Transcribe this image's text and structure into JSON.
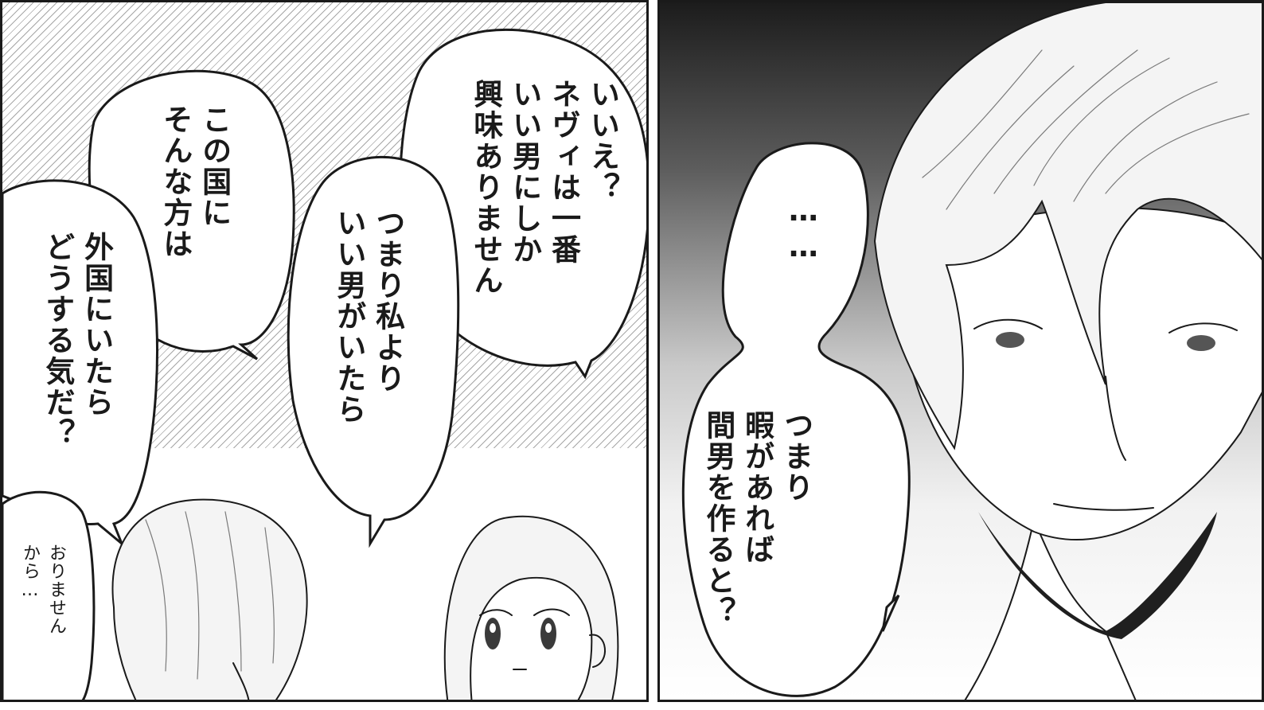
{
  "panels": {
    "left": {
      "bubbles": [
        {
          "id": "bubble-iie",
          "text": "いいえ？\nネヴィは一番\nいい男にしか\n興味ありません"
        },
        {
          "id": "bubble-konokuni",
          "text": "この国に\nそんな方は"
        },
        {
          "id": "bubble-tsumari-watashi",
          "text": "つまり私より\nいい男がいたら"
        },
        {
          "id": "bubble-gaikoku",
          "text": "外国にいたら\nどうする気だ？"
        },
        {
          "id": "bubble-orimasen",
          "text": "おりません\nから…"
        }
      ]
    },
    "right": {
      "bubbles": [
        {
          "id": "bubble-ellipsis",
          "text": "……"
        },
        {
          "id": "bubble-tsumari-hima",
          "text": "つまり\n暇があれば\n間男を作ると？"
        }
      ]
    }
  },
  "colors": {
    "ink": "#1a1a1a",
    "paper": "#ffffff",
    "screentone": "#8a8a8a"
  }
}
